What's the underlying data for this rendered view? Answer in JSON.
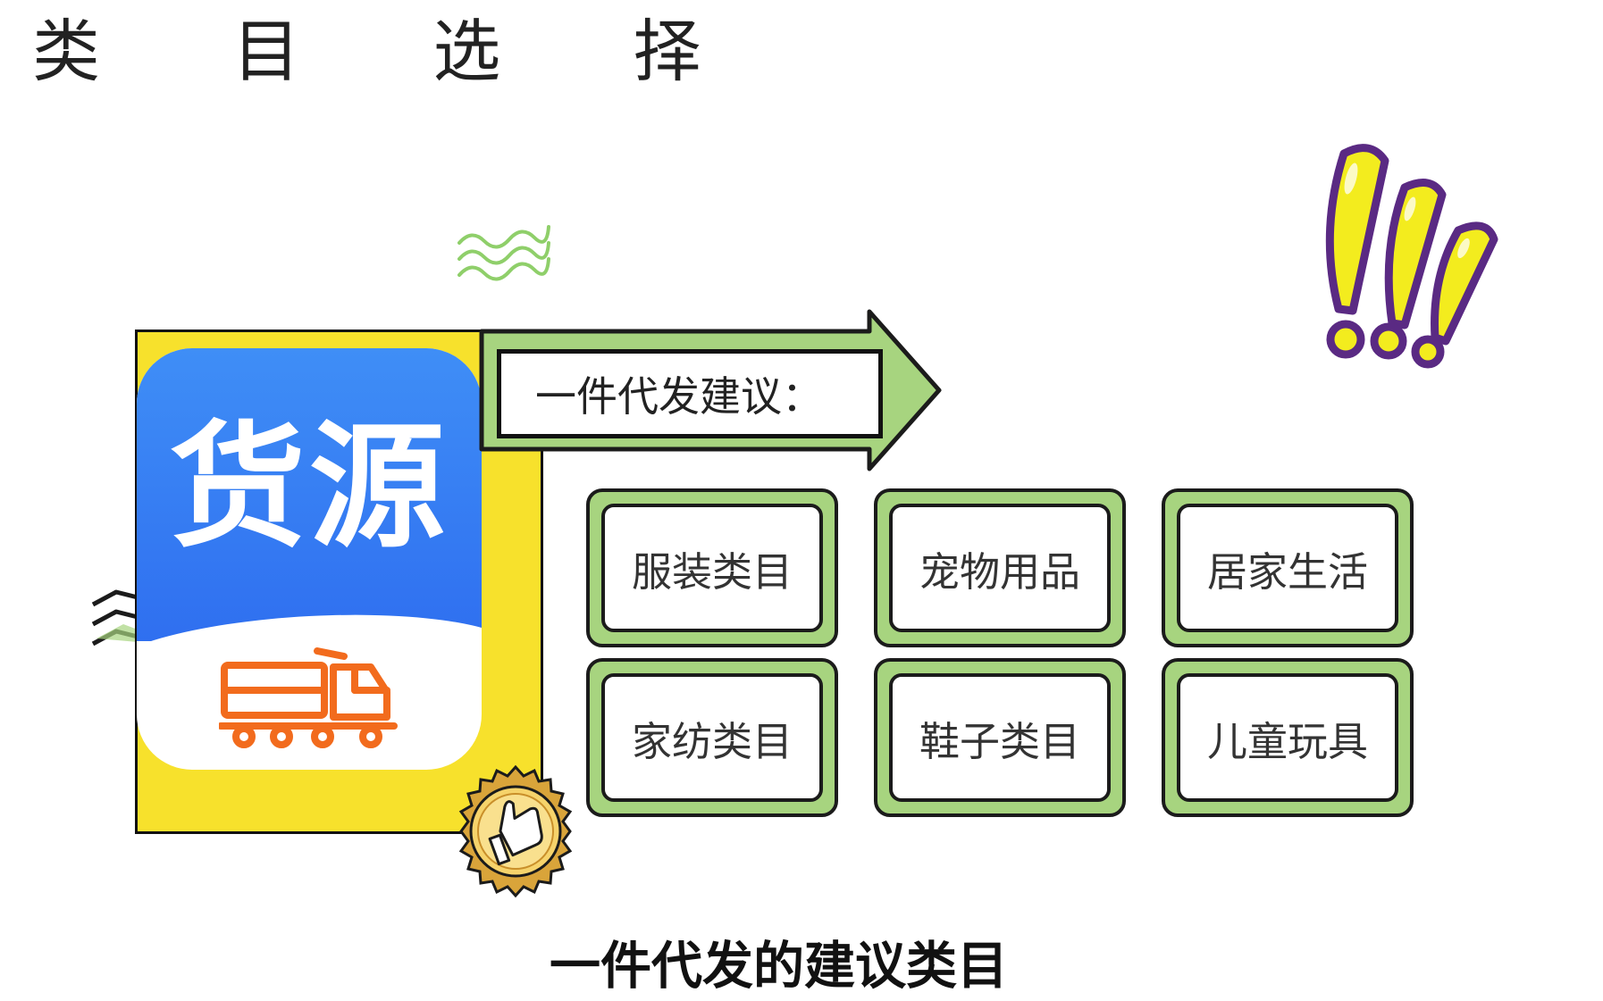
{
  "title": "类 目 选 择",
  "app_icon": {
    "text": "货源",
    "blue": "#2f6ff0",
    "truck_color": "#f26b1d"
  },
  "arrow_label": "一件代发建议：",
  "categories": [
    "服装类目",
    "宠物用品",
    "居家生活",
    "家纺类目",
    "鞋子类目",
    "儿童玩具"
  ],
  "caption": "一件代发的建议类目",
  "colors": {
    "panel_yellow": "#f7e12c",
    "card_green": "#a7d47f",
    "exclaim_yellow": "#f3ec1e",
    "exclaim_purple": "#5a2a83"
  },
  "icons": [
    "wavy-lines-icon",
    "exclamation-marks-icon",
    "thumbs-up-badge-icon",
    "truck-icon"
  ]
}
